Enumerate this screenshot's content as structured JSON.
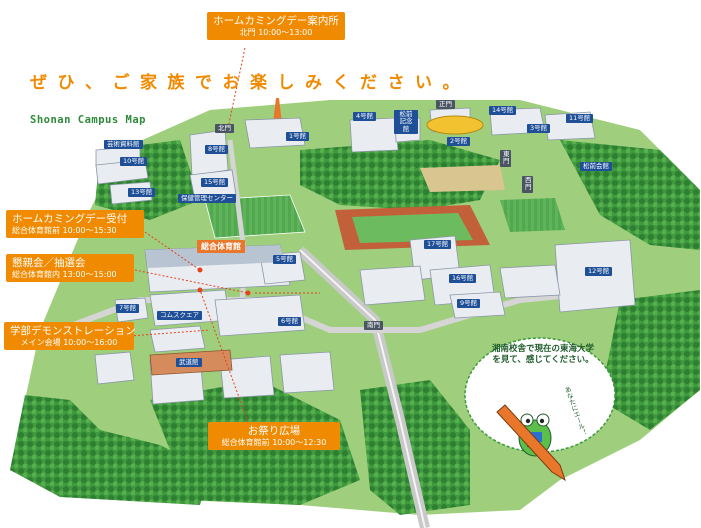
{
  "tagline": "ぜひ、ご家族でお楽しみください。",
  "map_title": "Shonan Campus Map",
  "callouts": {
    "info": {
      "title": "ホームカミングデー案内所",
      "detail": "北門 10:00〜13:00"
    },
    "reception": {
      "title": "ホームカミングデー受付",
      "detail": "総合体育館前 10:00〜15:30"
    },
    "social": {
      "title": "懇親会／抽選会",
      "detail": "総合体育館内 13:00〜15:00"
    },
    "demo": {
      "title": "学部デモンストレーション",
      "detail": "メイン会場 10:00〜16:00"
    },
    "festival": {
      "title": "お祭り広場",
      "detail": "総合体育館前 10:00〜12:30"
    }
  },
  "buildings": {
    "b1": "1号館",
    "b2": "2号館",
    "b3": "3号館",
    "b4": "4号館",
    "b5": "5号館",
    "b6": "6号館",
    "b7": "7号館",
    "b8": "8号館",
    "b9": "9号館",
    "b10": "10号館",
    "b11": "11号館",
    "b12": "12号館",
    "b13": "13号館",
    "b14": "14号館",
    "b15": "15号館",
    "b16": "16号館",
    "b17": "17号館",
    "art": "芸術資料館",
    "matsumae1": "松前記念館",
    "matsumae2": "松前会館",
    "health": "保健管理センター",
    "gym": "総合体育館",
    "commons": "コムスクエア",
    "budokan": "武道館",
    "gate_north": "北門",
    "gate_main": "正門",
    "gate_south": "南門",
    "gate_east": "東門",
    "gate_west": "西門"
  },
  "frog": {
    "message": "湘南校舎で現在の東海大学を見て、感じてください。",
    "sign": "あなたにエール！"
  },
  "colors": {
    "accent_orange": "#f08a00",
    "title_green": "#2f8a3a",
    "label_blue": "#1e4f97",
    "gym_label": "#e8762b"
  }
}
